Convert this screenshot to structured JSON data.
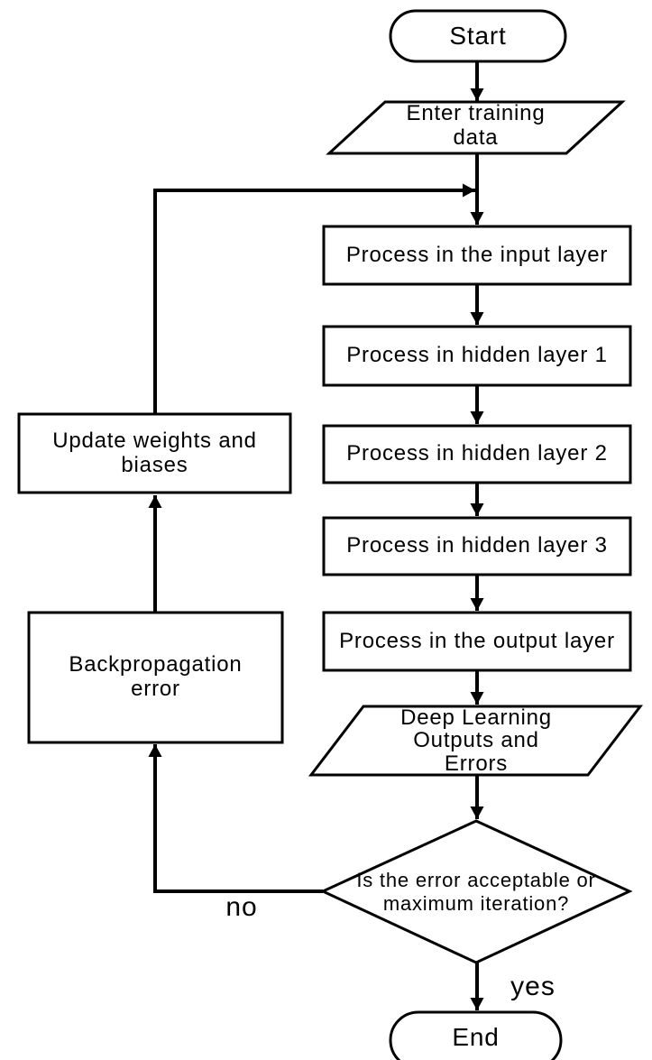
{
  "colors": {
    "background": "#ffffff",
    "shape_stroke": "#000000",
    "shape_fill": "#ffffff",
    "connector": "#000000",
    "text": "#000000"
  },
  "flowchart": {
    "nodes": {
      "start": {
        "label": "Start"
      },
      "enter_data": {
        "lines": [
          "Enter training",
          "data"
        ]
      },
      "process_input": {
        "label": "Process in the input layer"
      },
      "hidden1": {
        "label": "Process in hidden layer 1"
      },
      "hidden2": {
        "label": "Process in hidden layer 2"
      },
      "hidden3": {
        "label": "Process in hidden layer 3"
      },
      "process_output": {
        "label": "Process in the output layer"
      },
      "dl_outputs": {
        "lines": [
          "Deep Learning",
          "Outputs and",
          "Errors"
        ]
      },
      "decision": {
        "lines": [
          "Is the error acceptable or",
          "maximum iteration?"
        ]
      },
      "update_weights": {
        "lines": [
          "Update weights and",
          "biases"
        ]
      },
      "backprop": {
        "lines": [
          "Backpropagation",
          "error"
        ]
      },
      "end": {
        "label": "End"
      }
    },
    "edge_labels": {
      "yes": "yes",
      "no": "no"
    }
  }
}
